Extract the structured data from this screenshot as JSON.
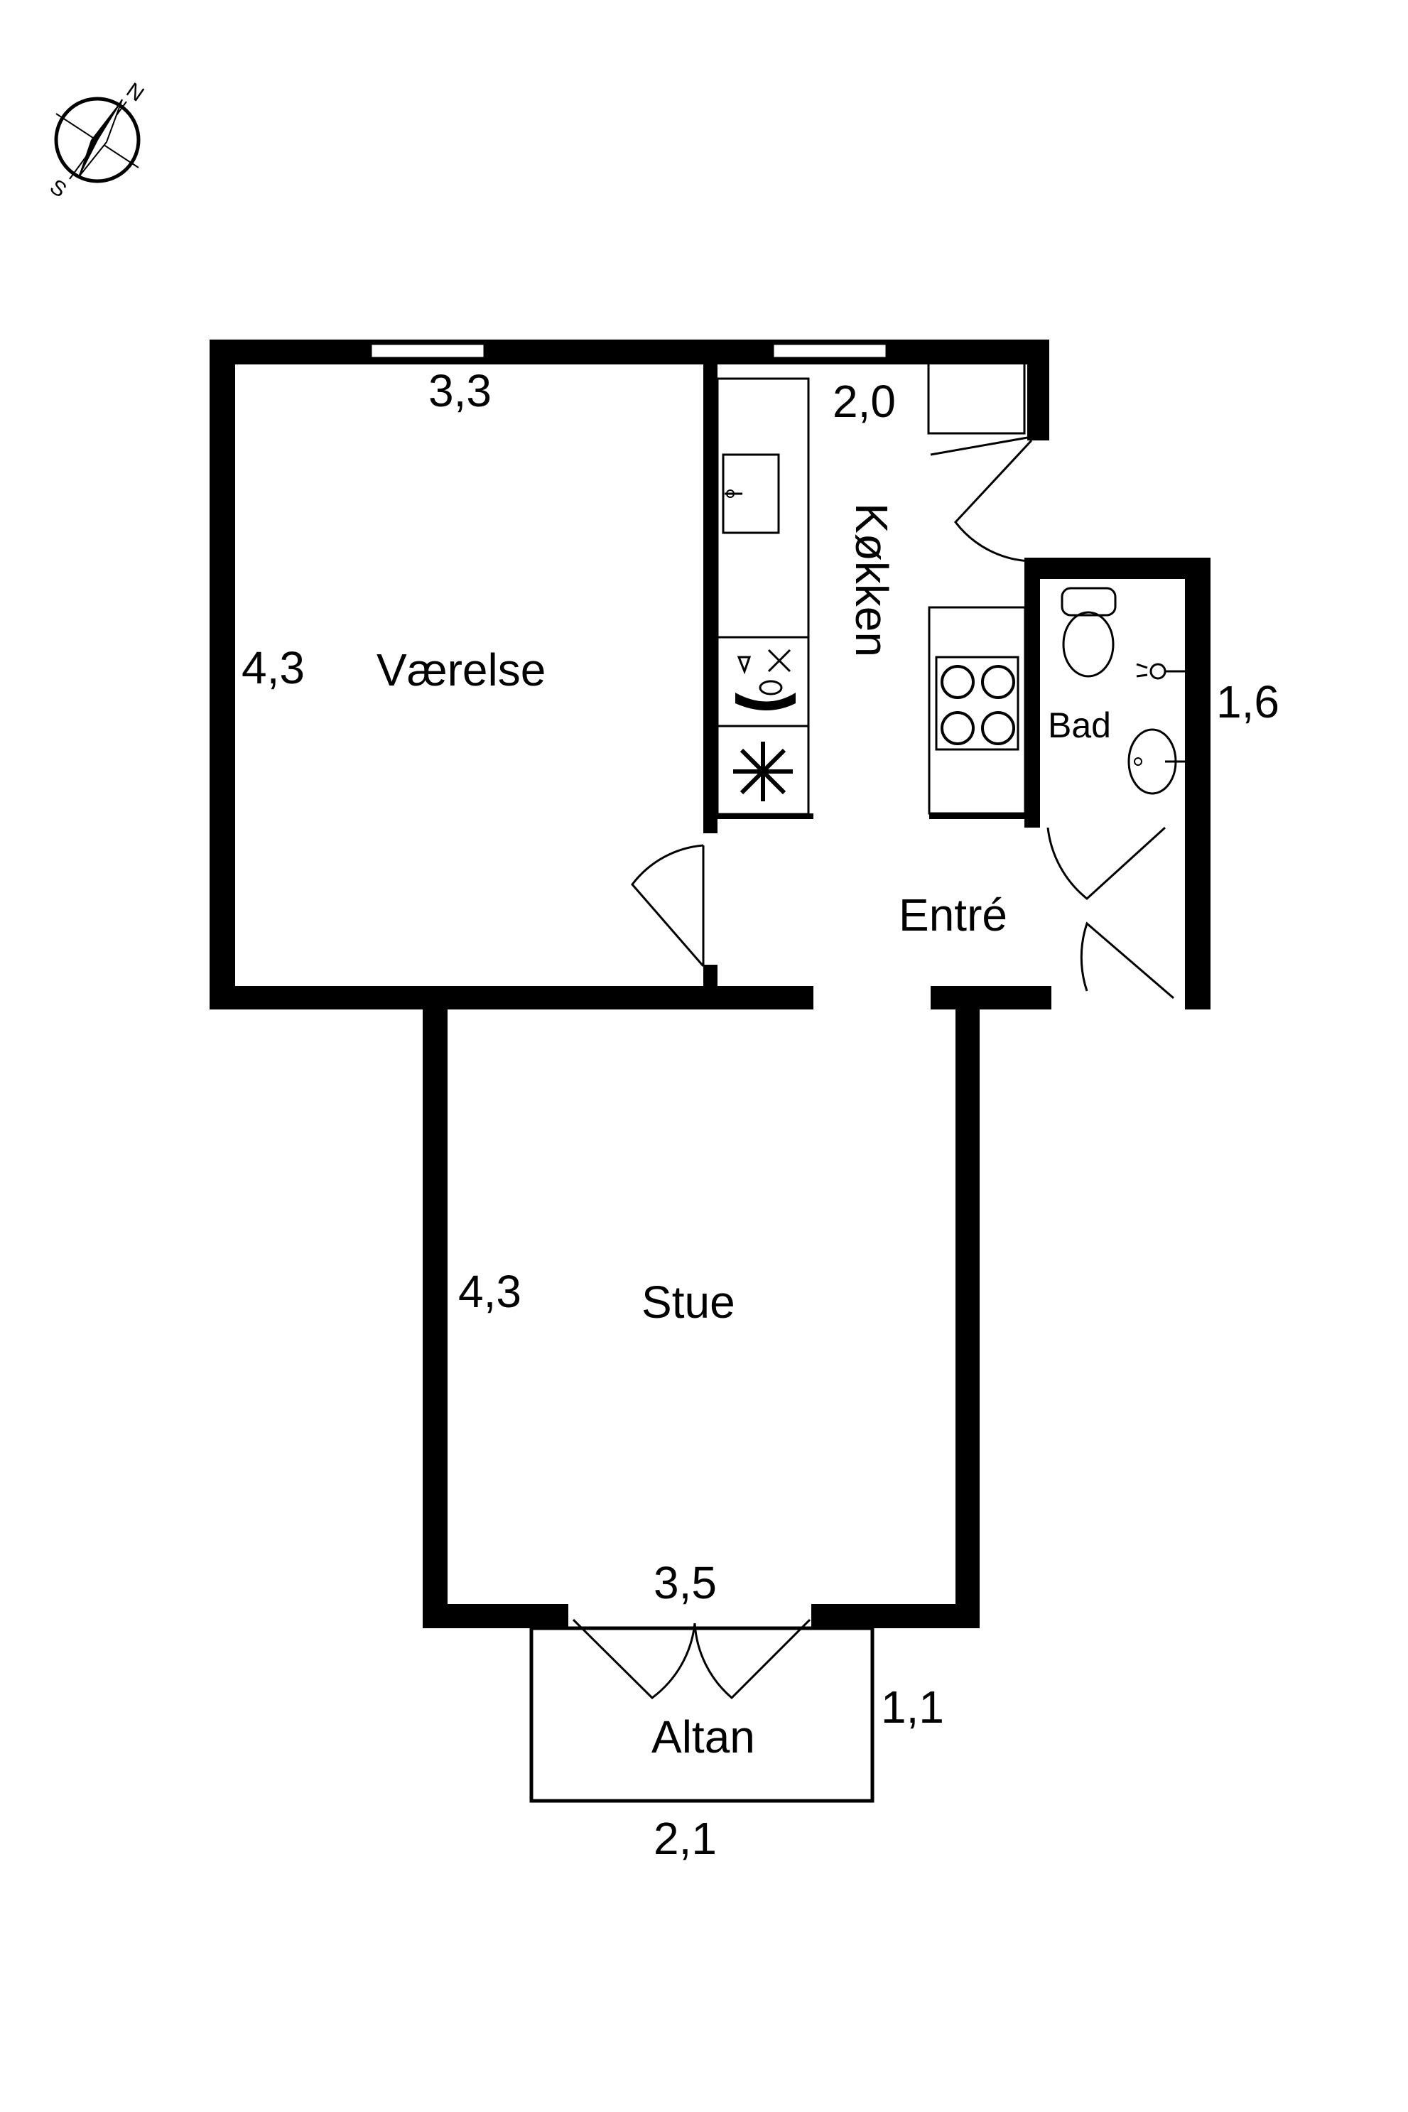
{
  "compass": {
    "north": "N",
    "south": "S",
    "icon": "compass-icon"
  },
  "rooms": {
    "vaerelse": "Værelse",
    "koekken": "Køkken",
    "bad": "Bad",
    "entre": "Entré",
    "stue": "Stue",
    "altan": "Altan"
  },
  "dimensions": {
    "vaerelse_width": "3,3",
    "vaerelse_depth": "4,3",
    "koekken_width": "2,0",
    "bad_depth": "1,6",
    "stue_depth": "4,3",
    "stue_width": "3,5",
    "altan_depth": "1,1",
    "altan_width": "2,1"
  },
  "symbols": [
    "sink-icon",
    "dishwasher-icon",
    "freezer-icon",
    "stove-icon",
    "toilet-icon",
    "shower-icon",
    "washbasin-icon"
  ]
}
